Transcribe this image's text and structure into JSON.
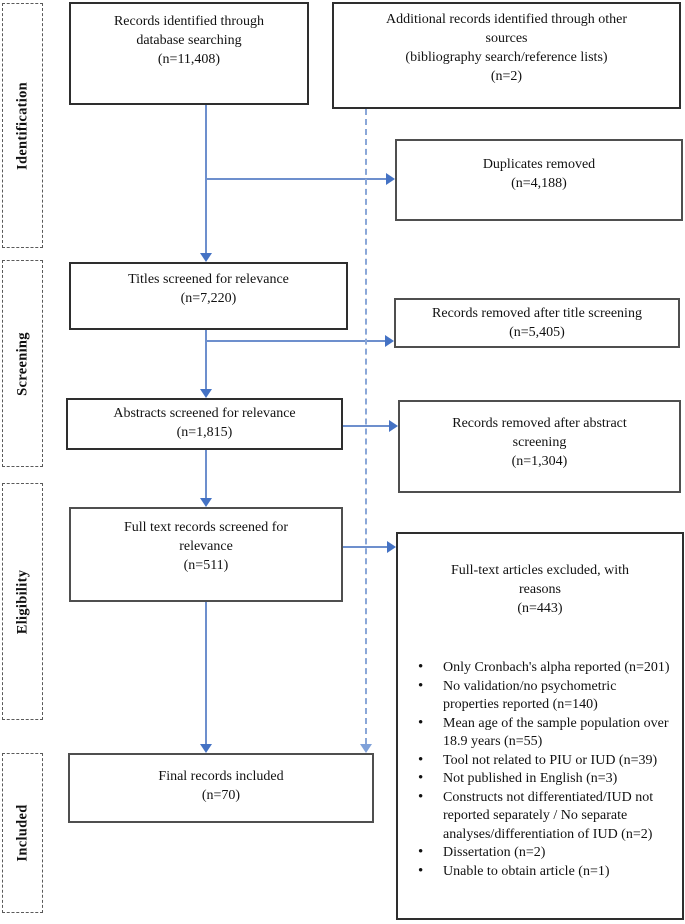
{
  "sidebar": {
    "stages": [
      {
        "label": "Identification"
      },
      {
        "label": "Screening"
      },
      {
        "label": "Eligibility"
      },
      {
        "label": "Included"
      }
    ]
  },
  "flow": {
    "records_identified": "Records identified through\ndatabase searching\n(n=11,408)",
    "additional_records": "Additional records identified through other\nsources\n(bibliography search/reference lists)\n(n=2)",
    "duplicates_removed": "Duplicates removed\n(n=4,188)",
    "titles_screened": "Titles screened for relevance\n(n=7,220)",
    "removed_title_screening": "Records removed after title screening\n(n=5,405)",
    "abstracts_screened": "Abstracts screened for relevance\n(n=1,815)",
    "removed_abstract_screening": "Records removed after abstract\nscreening\n(n=1,304)",
    "fulltext_screened": "Full text records screened for\nrelevance\n(n=511)",
    "excluded_header": "Full-text articles excluded, with\nreasons\n(n=443)",
    "excluded_reasons": [
      "Only Cronbach's alpha reported (n=201)",
      "No validation/no psychometric properties reported (n=140)",
      "Mean age of the sample population over 18.9 years (n=55)",
      "Tool not related to PIU or IUD (n=39)",
      "Not published in English (n=3)",
      "Constructs not differentiated/IUD not reported separately / No separate analyses/differentiation of IUD (n=2)",
      "Dissertation (n=2)",
      "Unable to obtain article (n=1)"
    ],
    "final_included": "Final records included\n(n=70)"
  },
  "colors": {
    "arrow_solid": "#4472C4",
    "arrow_dashed": "#8AA7D8",
    "box_border_dark": "#2E2E2E",
    "box_border_gray": "#4F4F4F"
  }
}
